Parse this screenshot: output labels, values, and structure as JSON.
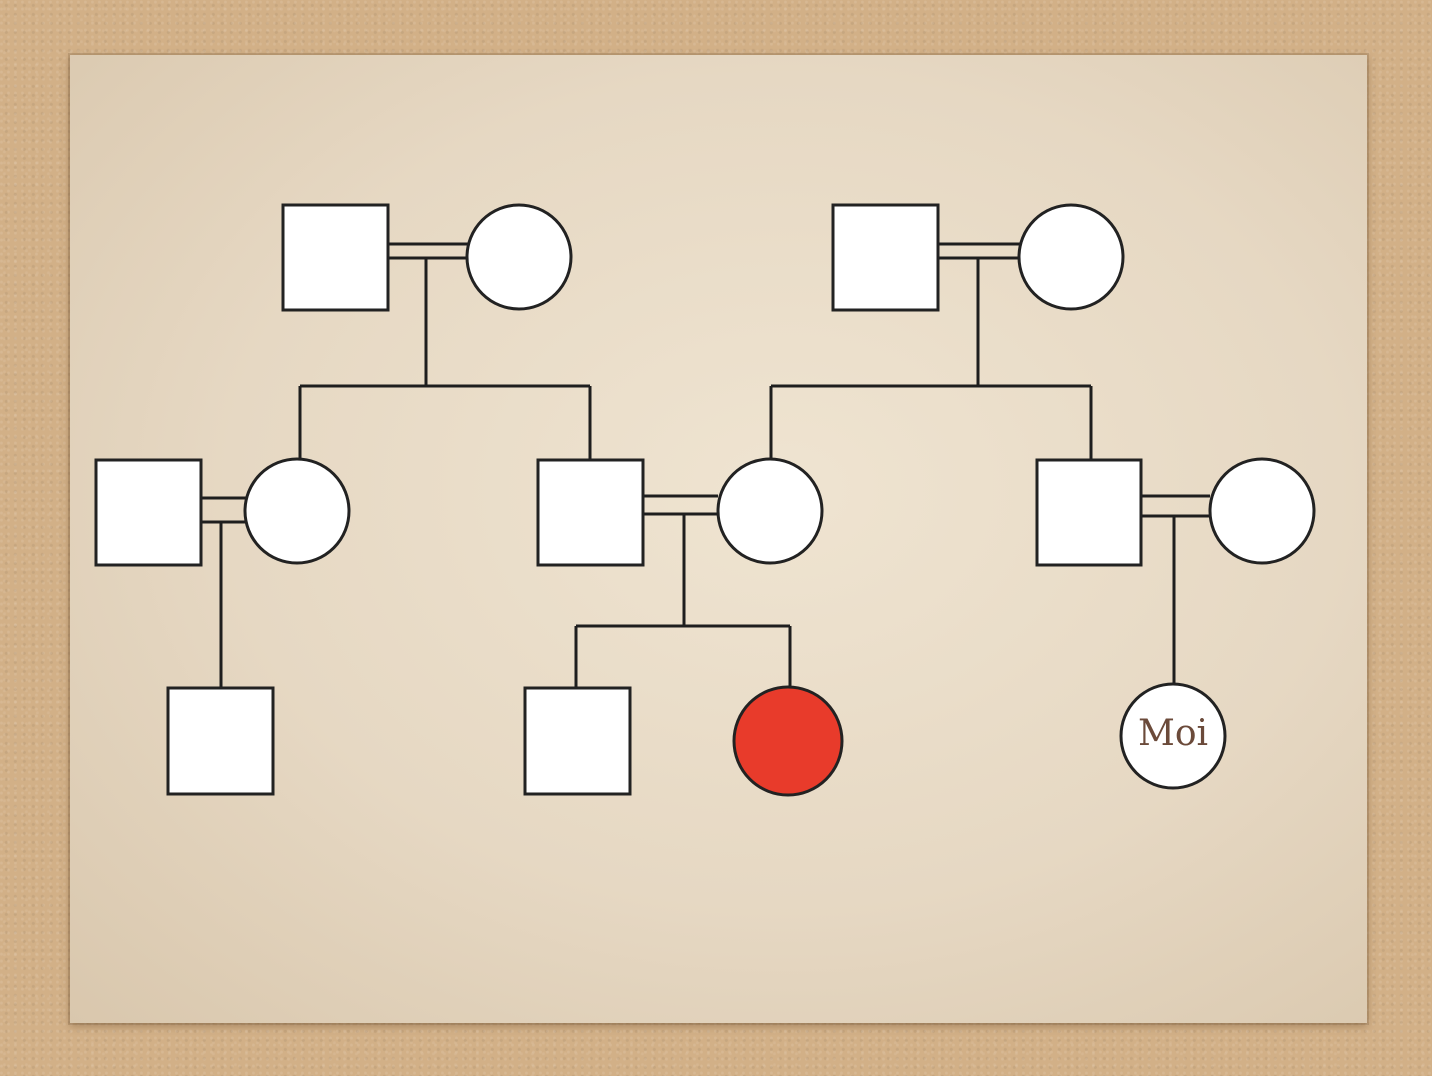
{
  "diagram": {
    "type": "pedigree",
    "individuals": [
      {
        "id": "g1-male-left",
        "sex": "male",
        "affected": false,
        "label": ""
      },
      {
        "id": "g1-female-left",
        "sex": "female",
        "affected": false,
        "label": ""
      },
      {
        "id": "g1-male-right",
        "sex": "male",
        "affected": false,
        "label": ""
      },
      {
        "id": "g1-female-right",
        "sex": "female",
        "affected": false,
        "label": ""
      },
      {
        "id": "g2-male-a",
        "sex": "male",
        "affected": false,
        "label": ""
      },
      {
        "id": "g2-female-a",
        "sex": "female",
        "affected": false,
        "label": ""
      },
      {
        "id": "g2-male-b",
        "sex": "male",
        "affected": false,
        "label": ""
      },
      {
        "id": "g2-female-b",
        "sex": "female",
        "affected": false,
        "label": ""
      },
      {
        "id": "g2-male-c",
        "sex": "male",
        "affected": false,
        "label": ""
      },
      {
        "id": "g2-female-c",
        "sex": "female",
        "affected": false,
        "label": ""
      },
      {
        "id": "g3-male-a",
        "sex": "male",
        "affected": false,
        "label": ""
      },
      {
        "id": "g3-male-b",
        "sex": "male",
        "affected": false,
        "label": ""
      },
      {
        "id": "g3-female-b",
        "sex": "female",
        "affected": true,
        "label": ""
      },
      {
        "id": "g3-female-c",
        "sex": "female",
        "affected": false,
        "label": "Moi"
      }
    ],
    "consanguineous_unions": [
      [
        "g1-male-left",
        "g1-female-left"
      ],
      [
        "g1-male-right",
        "g1-female-right"
      ],
      [
        "g2-male-a",
        "g2-female-a"
      ],
      [
        "g2-male-b",
        "g2-female-b"
      ],
      [
        "g2-male-c",
        "g2-female-c"
      ]
    ],
    "colors": {
      "affected": "#e83b2b",
      "unaffected": "#ffffff",
      "line": "#1e1e1e",
      "label": "#6b4a3a"
    }
  }
}
